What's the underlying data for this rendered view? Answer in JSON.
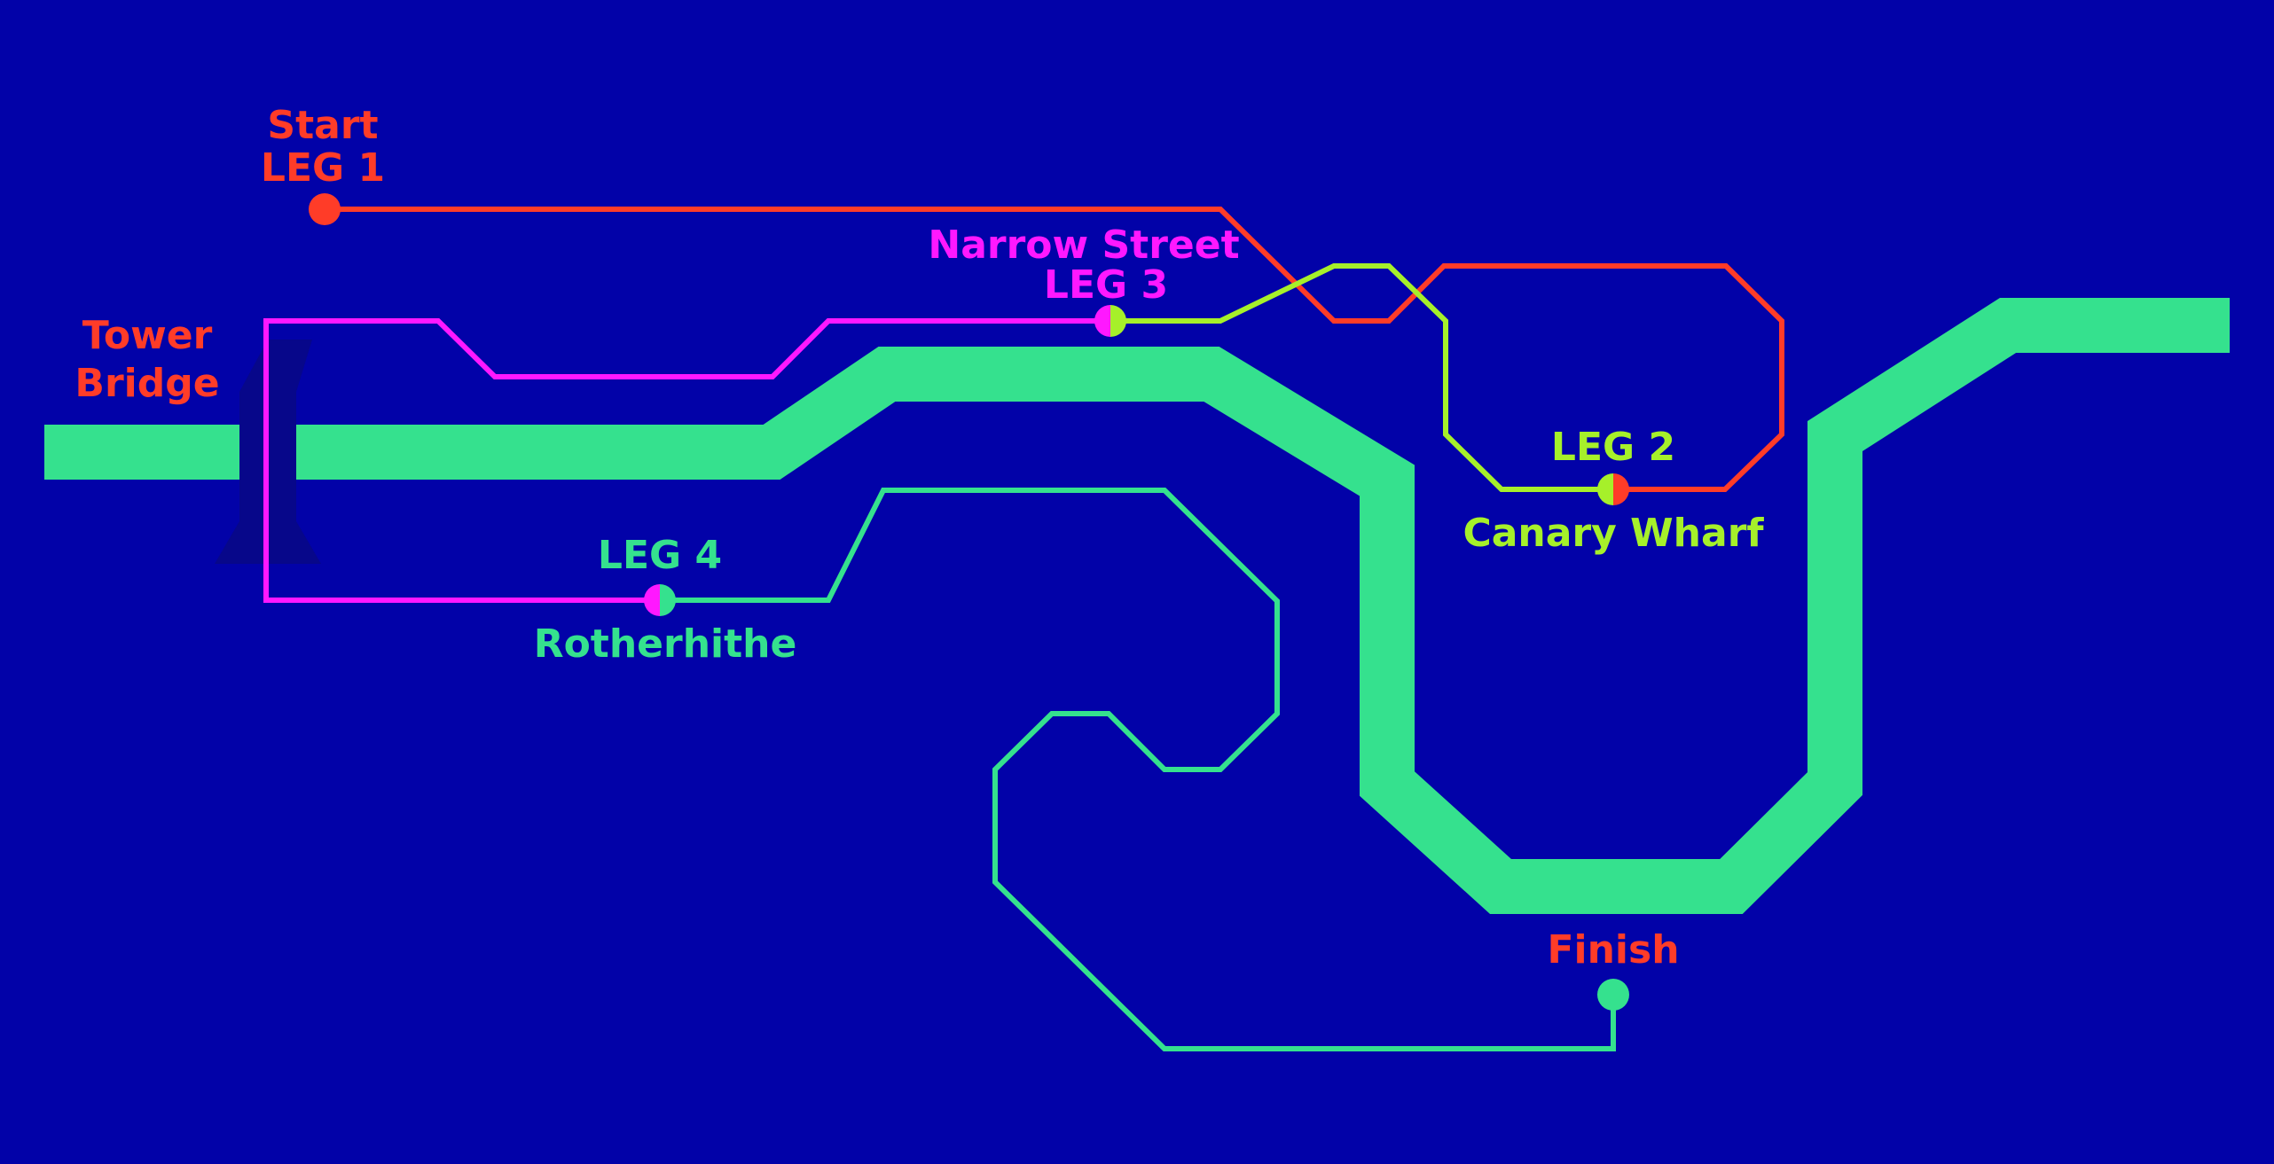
{
  "map": {
    "background_color": "#0202A8",
    "river_color": "#35E18E",
    "bridge_color": "#07078A",
    "landmarks": {
      "tower_bridge": [
        "Tower",
        "Bridge"
      ]
    },
    "stops": {
      "start": {
        "lines": [
          "Start",
          "LEG 1"
        ],
        "color": "#FF3C28"
      },
      "narrow_street": {
        "lines": [
          "Narrow Street",
          "LEG 3"
        ],
        "color": "#FF18FF"
      },
      "canary_wharf": {
        "leg": "LEG 2",
        "name": "Canary Wharf",
        "color": "#A6F02A"
      },
      "rotherhithe": {
        "leg": "LEG 4",
        "name": "Rotherhithe",
        "color": "#35E18E"
      },
      "finish": {
        "name": "Finish",
        "color": "#FF3C28"
      }
    },
    "legs": [
      {
        "id": "leg-1",
        "color": "#FF3C28",
        "from": "Start",
        "to": "Canary Wharf"
      },
      {
        "id": "leg-2",
        "color": "#A6F02A",
        "from": "Canary Wharf",
        "to": "Narrow Street"
      },
      {
        "id": "leg-3",
        "color": "#FF18FF",
        "from": "Narrow Street",
        "to": "Rotherhithe"
      },
      {
        "id": "leg-4",
        "color": "#35E18E",
        "from": "Rotherhithe",
        "to": "Finish"
      }
    ],
    "icons": {
      "start_marker": "circle-marker",
      "finish_marker": "circle-marker",
      "checkpoint_marker": "split-circle-marker",
      "bridge": "bridge-icon"
    }
  }
}
